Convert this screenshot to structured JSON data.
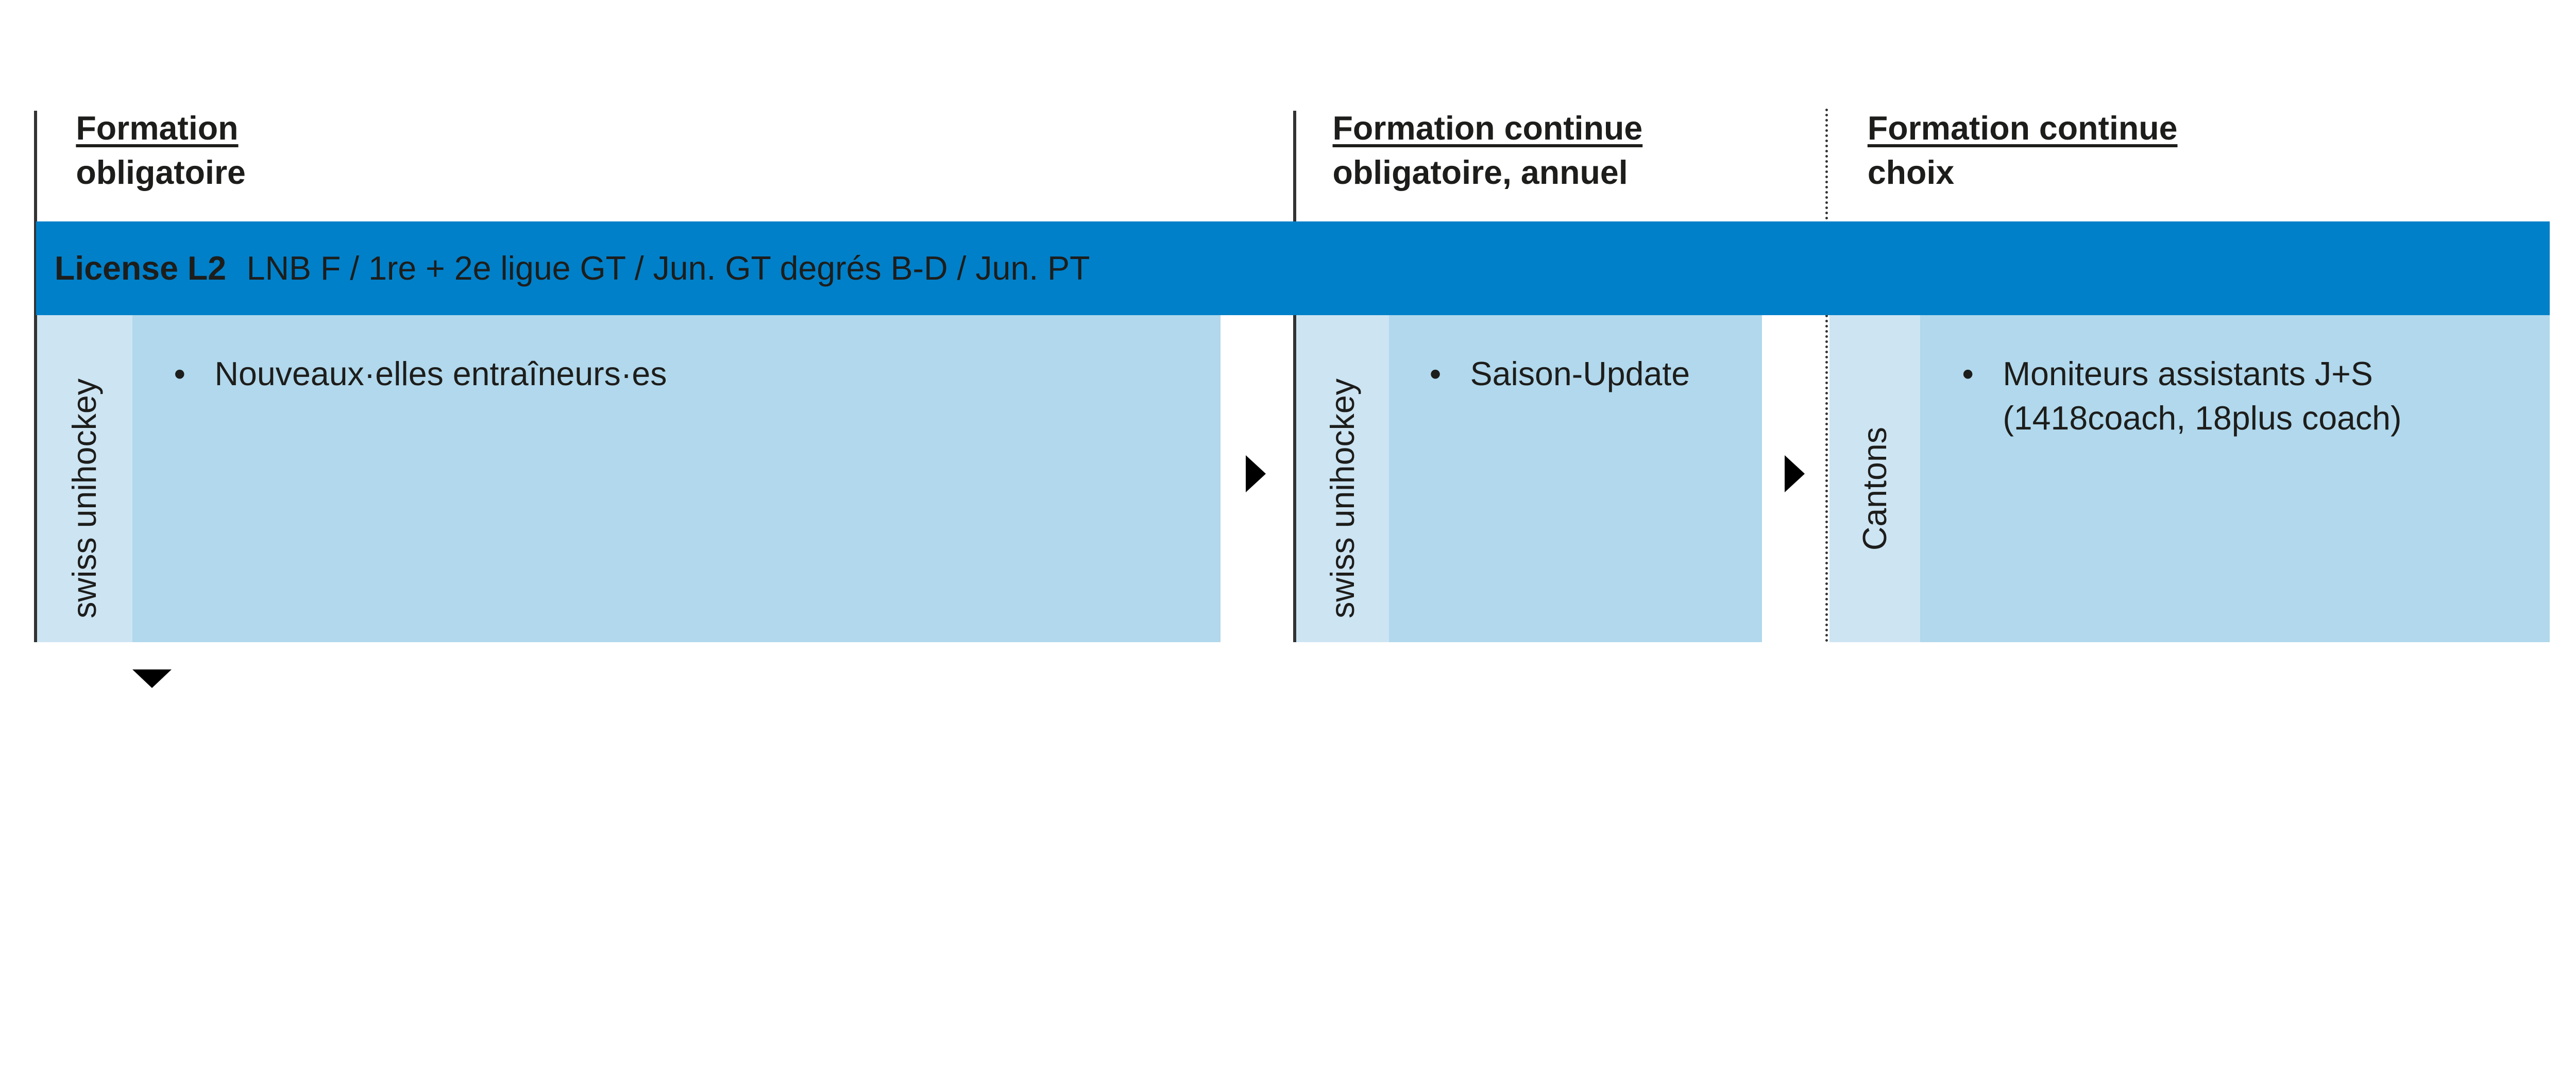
{
  "columns": [
    {
      "title": "Formation",
      "subtitle": "obligatoire"
    },
    {
      "title": "Formation continue",
      "subtitle": "obligatoire, annuel"
    },
    {
      "title": "Formation continue",
      "subtitle": "choix"
    }
  ],
  "license": {
    "label": "License L2",
    "description": "LNB F / 1re + 2e ligue GT / Jun. GT degrés B-D / Jun. PT"
  },
  "blocks": [
    {
      "provider": "swiss unihockey",
      "items": [
        "Nouveaux·elles entraîneurs·es"
      ]
    },
    {
      "provider": "swiss unihockey",
      "items": [
        "Saison-Update"
      ]
    },
    {
      "provider": "Cantons",
      "items": [
        "Moniteurs assistants J+S (1418coach, 18plus coach)"
      ]
    }
  ],
  "bullet_char": "•",
  "colors": {
    "bar": "#0080c9",
    "block": "#b1d8ec",
    "side": "#cde4f2"
  }
}
